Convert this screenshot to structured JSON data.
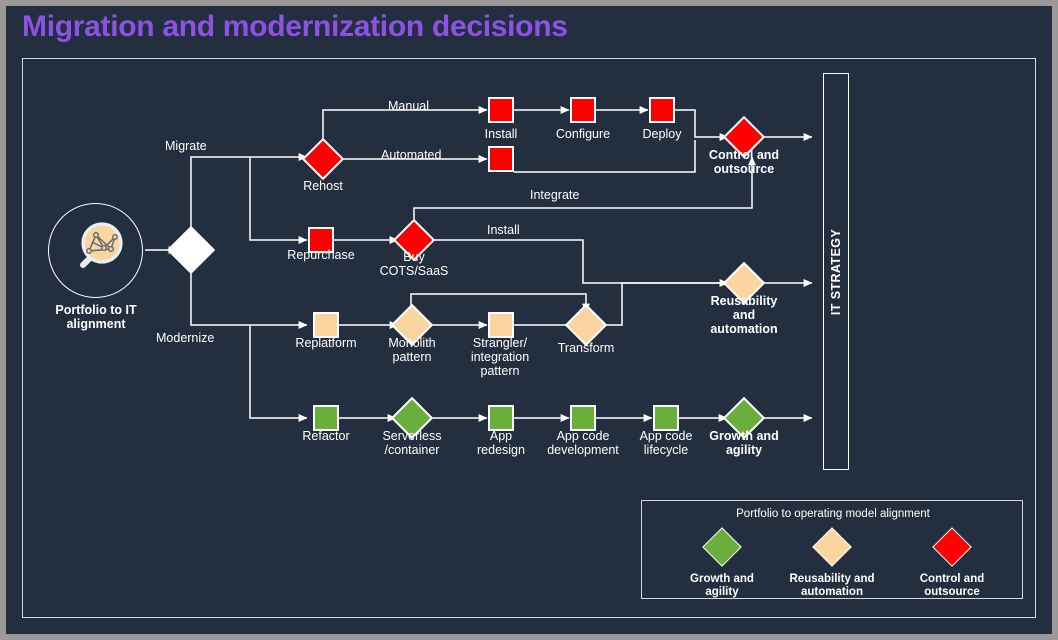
{
  "page": {
    "title": "Migration and modernization decisions",
    "title_color": "#8c52e5",
    "background_color": "#232f3e"
  },
  "colors": {
    "red": "#ff0000",
    "orange": "#fad5a0",
    "green": "#6aae3c",
    "white": "#ffffff",
    "line": "#ffffff"
  },
  "start": {
    "icon": "magnifier-network-icon",
    "label": "Portfolio to IT\nalignment"
  },
  "decision": {
    "label": ""
  },
  "edge_labels": {
    "migrate": "Migrate",
    "modernize": "Modernize",
    "manual": "Manual",
    "automated": "Automated",
    "integrate": "Integrate",
    "install_cots": "Install"
  },
  "nodes": {
    "rehost": {
      "label": "Rehost",
      "shape": "diamond",
      "color": "red"
    },
    "install": {
      "label": "Install",
      "shape": "square",
      "color": "red"
    },
    "configure": {
      "label": "Configure",
      "shape": "square",
      "color": "red"
    },
    "deploy": {
      "label": "Deploy",
      "shape": "square",
      "color": "red"
    },
    "automated_box": {
      "label": "",
      "shape": "square",
      "color": "red"
    },
    "repurchase": {
      "label": "Repurchase",
      "shape": "square",
      "color": "red"
    },
    "buy_cots": {
      "label": "Buy\nCOTS/SaaS",
      "shape": "diamond",
      "color": "red"
    },
    "replatform": {
      "label": "Replatform",
      "shape": "square",
      "color": "orange"
    },
    "monolith": {
      "label": "Monolith\npattern",
      "shape": "diamond",
      "color": "orange"
    },
    "strangler": {
      "label": "Strangler/\nintegration\npattern",
      "shape": "square",
      "color": "orange"
    },
    "transform": {
      "label": "Transform",
      "shape": "diamond",
      "color": "orange"
    },
    "refactor": {
      "label": "Refactor",
      "shape": "square",
      "color": "green"
    },
    "serverless": {
      "label": "Serverless\n/container",
      "shape": "diamond",
      "color": "green"
    },
    "app_redesign": {
      "label": "App\nredesign",
      "shape": "square",
      "color": "green"
    },
    "app_code_dev": {
      "label": "App code\ndevelopment",
      "shape": "square",
      "color": "green"
    },
    "app_code_lifecycle": {
      "label": "App code\nlifecycle",
      "shape": "square",
      "color": "green"
    }
  },
  "outcomes": {
    "control": {
      "label": "Control and\noutsource",
      "color": "red"
    },
    "reusability": {
      "label": "Reusability\nand\nautomation",
      "color": "orange"
    },
    "growth": {
      "label": "Growth and\nagility",
      "color": "green"
    }
  },
  "it_strategy": {
    "label": "IT STRATEGY"
  },
  "legend": {
    "title": "Portfolio  to operating model alignment",
    "items": [
      {
        "label": "Growth and\nagility",
        "color": "green"
      },
      {
        "label": "Reusability and\nautomation",
        "color": "orange"
      },
      {
        "label": "Control and\noutsource",
        "color": "red"
      }
    ]
  }
}
